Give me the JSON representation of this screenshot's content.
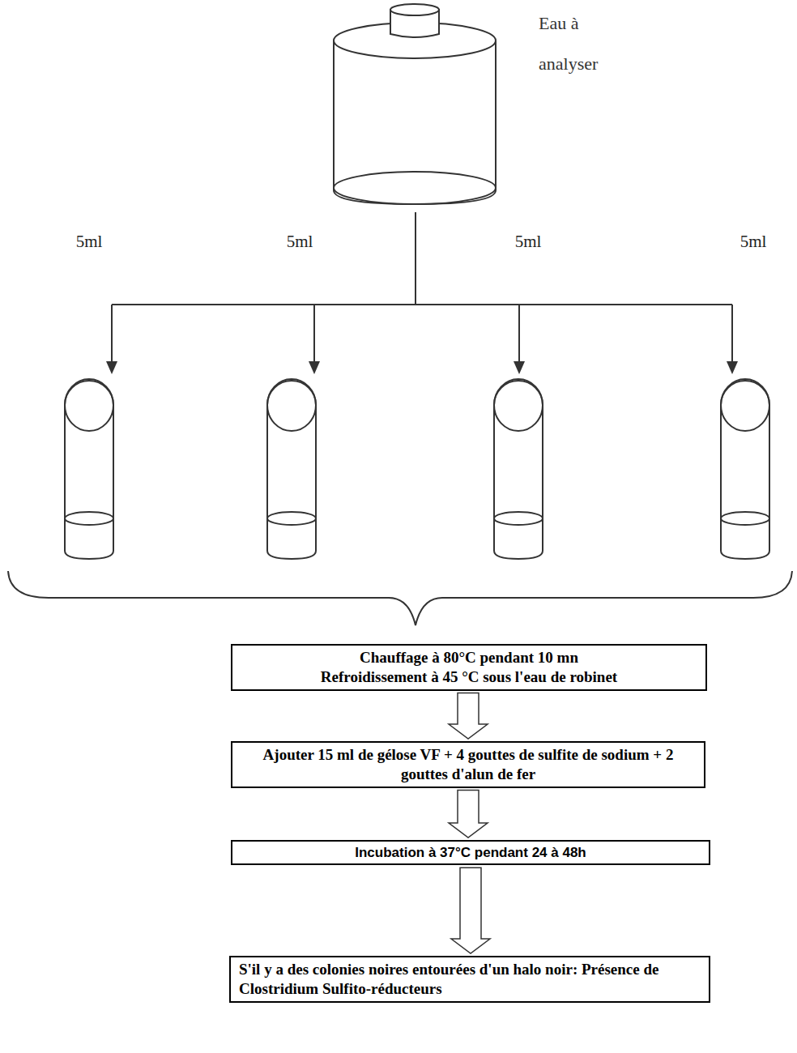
{
  "diagram": {
    "nodes": [
      {
        "text": [
          "Eau à analyser"
        ]
      },
      {
        "text": [
          "Chauffage à 80°C pendant 10 mn",
          "Refroidissement à 45 °C sous l'eau de robinet"
        ]
      },
      {
        "text": [
          "Ajouter 15 ml de gélose VF + 4 gouttes de sulfite de sodium + 2 gouttes d'alun de fer"
        ]
      },
      {
        "text": [
          "Incubation à 37°C pendant 24 à 48h"
        ]
      },
      {
        "text": [
          "S'il y a des colonies noires entourées d'un halo noir: Présence de Clostridium Sulfito-réducteurs"
        ]
      }
    ],
    "edges": [
      {
        "from": 1,
        "to": 2,
        "arrow": "to"
      },
      {
        "from": 2,
        "to": 3,
        "arrow": "to"
      },
      {
        "from": 3,
        "to": 4,
        "arrow": "to"
      }
    ],
    "labels": [
      "5ml",
      "5ml",
      "5ml",
      "5ml"
    ]
  }
}
